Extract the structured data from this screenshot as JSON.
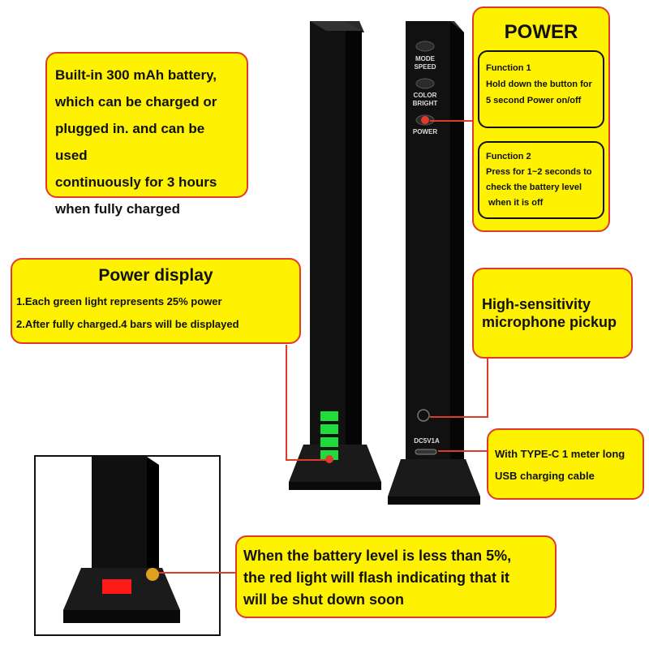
{
  "battery_callout": {
    "lines": [
      "Built-in 300 mAh battery,",
      "which can be charged or",
      "plugged in. and can be used",
      "continuously for 3 hours",
      "when fully charged"
    ]
  },
  "power_callout": {
    "title": "POWER",
    "function1": {
      "title": "Function 1",
      "lines": [
        "Hold down the button for",
        "5 second Power on/off"
      ]
    },
    "function2": {
      "title": "Function 2",
      "lines": [
        "Press for 1~2 seconds to",
        "check the battery level",
        " when it is off"
      ]
    }
  },
  "device_buttons": {
    "mode": [
      "MODE",
      "SPEED"
    ],
    "color": [
      "COLOR",
      "BRIGHT"
    ],
    "power": "POWER",
    "port": "DC5V1A"
  },
  "power_display": {
    "title": "Power display",
    "lines": [
      "1.Each green light represents 25% power",
      "2.After fully charged.4 bars will be displayed"
    ]
  },
  "microphone_callout": {
    "lines": [
      "High-sensitivity",
      "microphone pickup"
    ]
  },
  "typec_callout": {
    "lines": [
      "With TYPE-C 1 meter long",
      "USB charging cable"
    ]
  },
  "low_battery_callout": {
    "lines": [
      "When the battery level is less than 5%,",
      "the red light will flash indicating that it",
      "will be shut down soon"
    ]
  },
  "colors": {
    "callout_fill": "#fff200",
    "callout_border": "#e03b2a",
    "device_body": "#0d0d0d",
    "battery_bar": "#1fdc3a",
    "low_battery_light": "#ff1a1a"
  }
}
